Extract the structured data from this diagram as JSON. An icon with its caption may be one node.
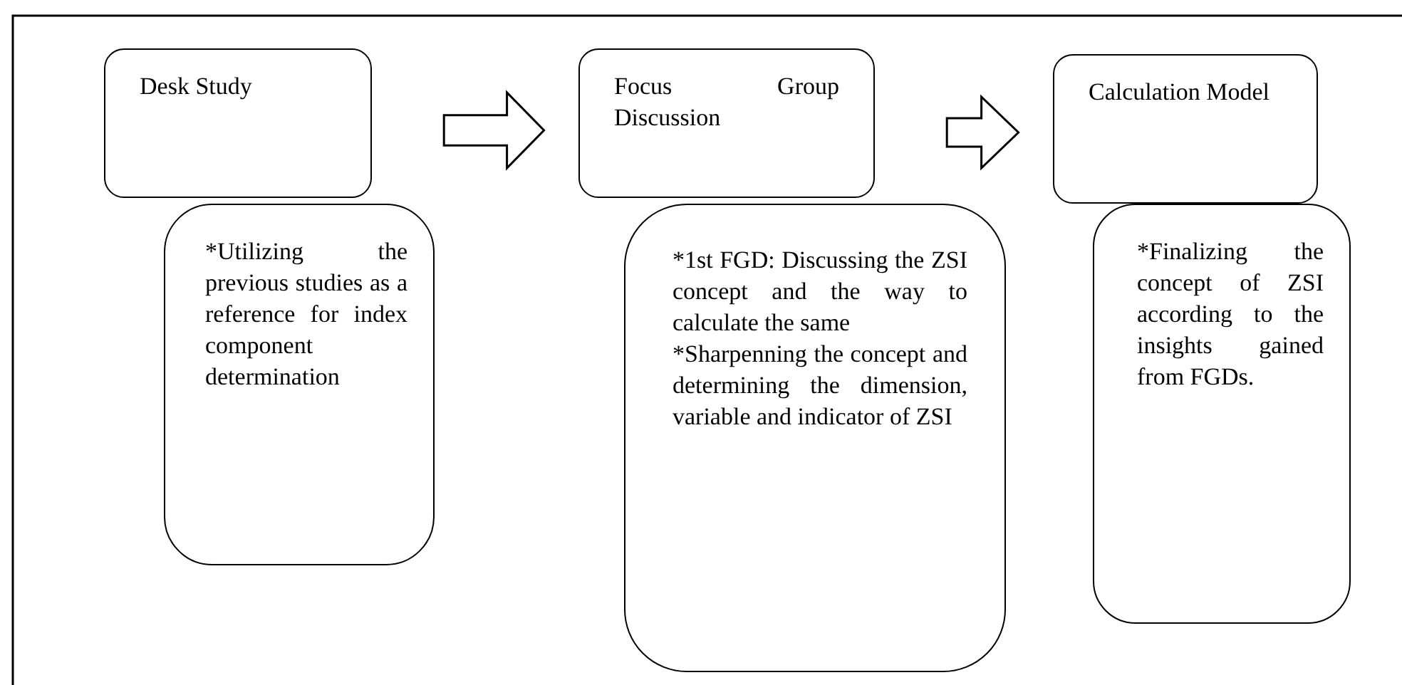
{
  "diagram": {
    "nodes": [
      {
        "text": [
          "Desk Study"
        ]
      },
      {
        "text": [
          "*Utilizing the previous studies as a reference for index component determination"
        ]
      },
      {
        "text": [
          "Focus Group Discussion"
        ]
      },
      {
        "text": [
          "*1st FGD: Discussing the ZSI concept and the way to calculate the same",
          "*Sharpenning the concept and determining the dimension, variable and indicator of ZSI"
        ]
      },
      {
        "text": [
          "Calculation Model"
        ]
      },
      {
        "text": [
          "*Finalizing the concept of ZSI according to the insights gained from FGDs."
        ]
      }
    ],
    "edges": [
      {
        "from": 0,
        "to": 2,
        "arrow": "to"
      },
      {
        "from": 2,
        "to": 4,
        "arrow": "to"
      }
    ]
  }
}
